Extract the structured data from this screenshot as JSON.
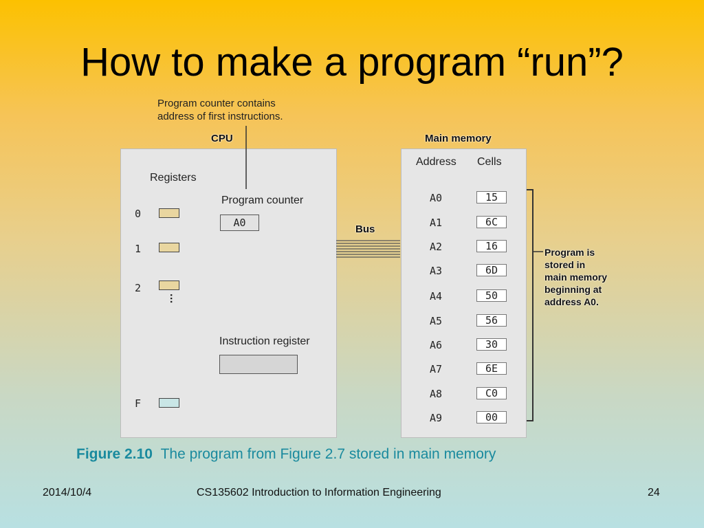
{
  "slide": {
    "title": "How to make a program “run”?"
  },
  "diagram": {
    "pc_annotation_line1": "Program counter contains",
    "pc_annotation_line2": "address of first instructions.",
    "cpu_label": "CPU",
    "memory_label": "Main memory",
    "registers_label": "Registers",
    "register_ids": [
      "0",
      "1",
      "2",
      "F"
    ],
    "ellipsis": ". . .",
    "program_counter_label": "Program counter",
    "program_counter_value": "A0",
    "instruction_register_label": "Instruction register",
    "bus_label": "Bus",
    "address_header": "Address",
    "cells_header": "Cells",
    "memory": [
      {
        "address": "A0",
        "cell": "15"
      },
      {
        "address": "A1",
        "cell": "6C"
      },
      {
        "address": "A2",
        "cell": "16"
      },
      {
        "address": "A3",
        "cell": "6D"
      },
      {
        "address": "A4",
        "cell": "50"
      },
      {
        "address": "A5",
        "cell": "56"
      },
      {
        "address": "A6",
        "cell": "30"
      },
      {
        "address": "A7",
        "cell": "6E"
      },
      {
        "address": "A8",
        "cell": "C0"
      },
      {
        "address": "A9",
        "cell": "00"
      }
    ],
    "program_note": [
      "Program is",
      "stored in",
      "main memory",
      "beginning at",
      "address A0."
    ]
  },
  "caption": {
    "figure_number": "Figure 2.10",
    "text": "The program from Figure 2.7 stored in main memory"
  },
  "footer": {
    "date": "2014/10/4",
    "course": "CS135602 Introduction to Information Engineering",
    "page_number": "24"
  },
  "colors": {
    "caption": "#1a8a9e",
    "register_fill": "#e9d6a0",
    "register_f_fill": "#c9e6e6"
  }
}
